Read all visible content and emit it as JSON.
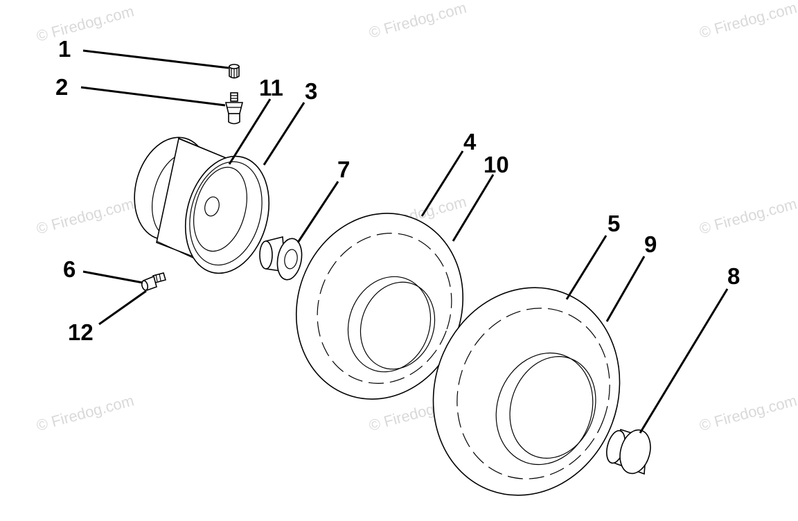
{
  "watermark": {
    "text": "© Firedog.com"
  },
  "callouts": {
    "c1": "1",
    "c2": "2",
    "c3": "3",
    "c4": "4",
    "c5": "5",
    "c6": "6",
    "c7": "7",
    "c8": "8",
    "c9": "9",
    "c10": "10",
    "c11": "11",
    "c12": "12"
  },
  "colors": {
    "line": "#000000",
    "watermark": "#d9d9d9",
    "background": "#ffffff"
  }
}
